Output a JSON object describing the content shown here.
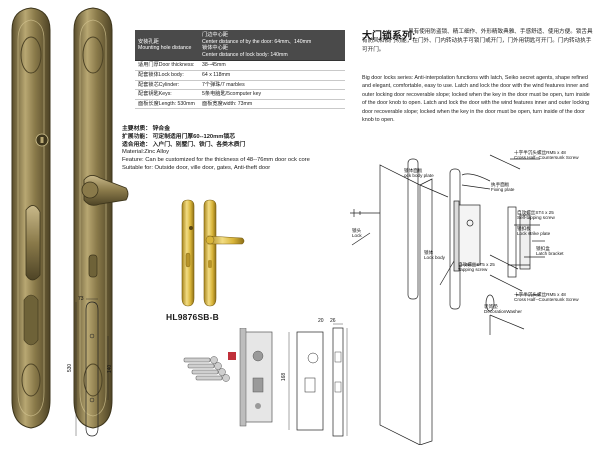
{
  "spec_table": {
    "header": {
      "key_cn": "安装孔距",
      "key_en": "Mounting hole distance",
      "value_cn_1": "门边中心距",
      "value_en_1": "Center distance of by the door: 64mm、140mm",
      "value_cn_2": "锁体中心距",
      "value_en_2": "Center distance of lock body: 140mm"
    },
    "rows": [
      {
        "key": "适用门厚Door thickness:",
        "value": "38--45mm"
      },
      {
        "key": "配套锁体Lock body:",
        "value": "64 x 118mm"
      },
      {
        "key": "配套锁芯Cylinder:",
        "value": "7个弹珠/7 marbles"
      },
      {
        "key": "配套钥匙Keys:",
        "value": "5条电脑匙/5computer key"
      },
      {
        "key": "面板长度Length:  530mm",
        "value": "面板宽度width: 73mm"
      }
    ]
  },
  "series": {
    "title": "大门锁系列:",
    "cn": "具有使用防盗锁、精工细作、外形精致典雅、手感舒适、使用方便。锁舌具有防风和锁门功能，在门外、门内转动执手可锁门或开门，门外用钥匙可开门。门内转动执手可开门。",
    "en": "Big door locks series: Anti-interpolation functions with latch, Seiko secret agents, shape refined and elegant, comfortable, easy to use. Latch and lock the door with the wind features inner and outer locking door recoverable slope; locked when the key in the door must be open, turn inside of the door knob to open. Latch and lock the door with the wind features inner and outer locking door recoverable slope; locked when the key in the door must be open, turn inside of the door knob to open."
  },
  "material": {
    "material_cn": "主要材质：  锌合金",
    "scope_cn": "扩展功能：  可定制适用门厚60--120mm锁芯",
    "suit_cn": "适合用途：  入户门、别墅门、铁门、各类木质门",
    "material_en": "Material:Zinc Alloy",
    "feature_en": "Feature: Can be customized for the thickness of 48--76mm door ock core",
    "suit_en": "Suitable for: Outside door, ville door, gates, Anti-theft door"
  },
  "model_label": "HL9876SB-B",
  "callouts": {
    "screw1_cn": "十字半沉头螺丝RM5 x 48",
    "screw1_en": "Cross Half--Countersunk Screw",
    "fixing_cn": "执手面板",
    "fixing_en": "Fixing plate",
    "lockbody_plate_cn": "锁体面板",
    "lockbody_plate_en": "ock body plate",
    "tapping1_cn": "自攻螺丝ST4 x 25",
    "tapping1_en": "Self-tapping screw",
    "strike_cn": "锁扣板",
    "strike_en": "Lock strike plate",
    "bracket_cn": "锁扣盒",
    "bracket_en": "Latch bracket",
    "lock_cn": "锁头",
    "lock_en": "Lock",
    "lockbody_cn": "锁体",
    "lockbody_en": "Lock body",
    "tapping2_cn": "自攻螺丝ST5 x 25",
    "tapping2_en": "Tapping screw",
    "screw2_cn": "十字半沉头螺丝RM5 x 48",
    "screw2_en": "Cross Half--Countersunk Screw",
    "washer_cn": "装饰垫",
    "washer_en": "DecorationWasher"
  },
  "dimensions": {
    "panel_width": "73",
    "panel_length": "530",
    "panel_hole": "140",
    "lockbody_width": "20",
    "lockbody_depth": "26",
    "lockbody_height": "168"
  },
  "colors": {
    "bronze": "#8a7a4a",
    "bronze_light": "#b8a772",
    "bronze_dark": "#4e4426",
    "gold": "#d9b53a",
    "gold_light": "#f2dc82",
    "table_head": "#4a4a4a"
  }
}
